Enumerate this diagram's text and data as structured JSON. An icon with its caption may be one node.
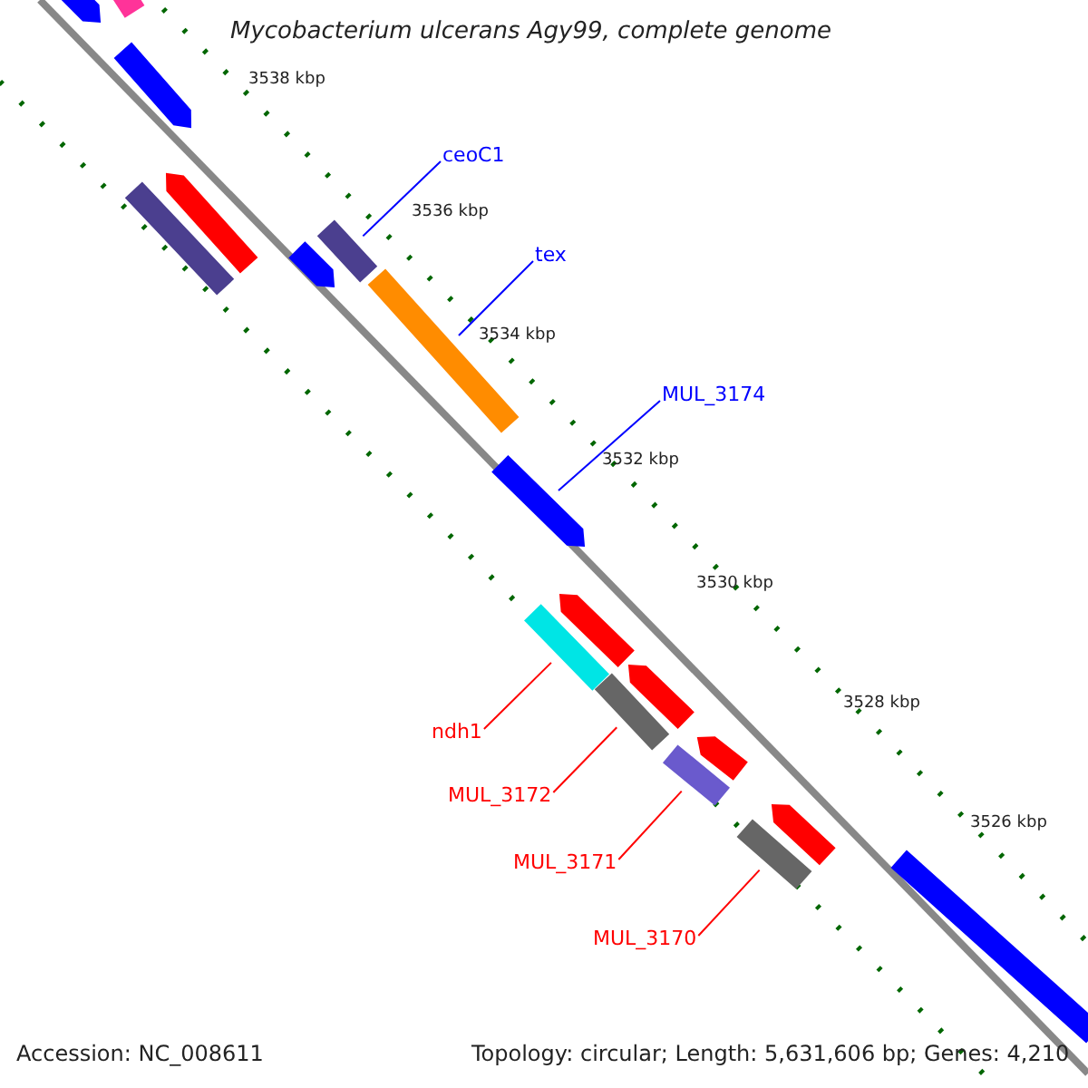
{
  "diagram": {
    "title": "Mycobacterium ulcerans Agy99, complete genome",
    "nodes": [
      {
        "text": [
          "ceoC1"
        ]
      },
      {
        "text": [],
        "shape": "bar"
      },
      {
        "text": [
          "tex"
        ]
      },
      {
        "text": [],
        "shape": "bar"
      },
      {
        "text": [
          "MUL_3174"
        ]
      },
      {
        "text": [],
        "shape": "bar"
      },
      {
        "text": [
          "ndh1"
        ]
      },
      {
        "text": [],
        "shape": "bar"
      },
      {
        "text": [
          "MUL_3172"
        ]
      },
      {
        "text": [],
        "shape": "bar"
      },
      {
        "text": [
          "MUL_3171"
        ]
      },
      {
        "text": [],
        "shape": "bar"
      },
      {
        "text": [
          "MUL_3170"
        ]
      },
      {
        "text": [],
        "shape": "bar"
      },
      {
        "text": [],
        "shape": "bar"
      },
      {
        "text": [],
        "shape": "bar"
      },
      {
        "text": [],
        "shape": "bar"
      },
      {
        "text": [],
        "shape": "bar"
      },
      {
        "text": [],
        "shape": "bar"
      },
      {
        "text": [],
        "shape": "bar"
      },
      {
        "text": [],
        "shape": "bar"
      },
      {
        "text": [],
        "shape": "bar"
      },
      {
        "text": [],
        "shape": "bar"
      },
      {
        "text": [],
        "shape": "bar"
      },
      {
        "text": [],
        "shape": "bar"
      }
    ],
    "edges": [
      {
        "from": 0,
        "to": 1,
        "arrow": "none",
        "color": "#0000ff"
      },
      {
        "from": 2,
        "to": 3,
        "arrow": "none",
        "color": "#0000ff"
      },
      {
        "from": 4,
        "to": 5,
        "arrow": "none",
        "color": "#0000ff"
      },
      {
        "from": 6,
        "to": 7,
        "arrow": "none"
      },
      {
        "from": 8,
        "to": 9,
        "arrow": "none"
      },
      {
        "from": 10,
        "to": 11,
        "arrow": "none"
      },
      {
        "from": 12,
        "to": 13,
        "arrow": "none"
      }
    ],
    "labels": [
      "3538 kbp",
      "3536 kbp",
      "3534 kbp",
      "3532 kbp",
      "3530 kbp",
      "3528 kbp",
      "3526 kbp",
      "Accession: NC_008611",
      "Topology: circular; Length: 5,631,606 bp; Genes: 4,210"
    ]
  }
}
